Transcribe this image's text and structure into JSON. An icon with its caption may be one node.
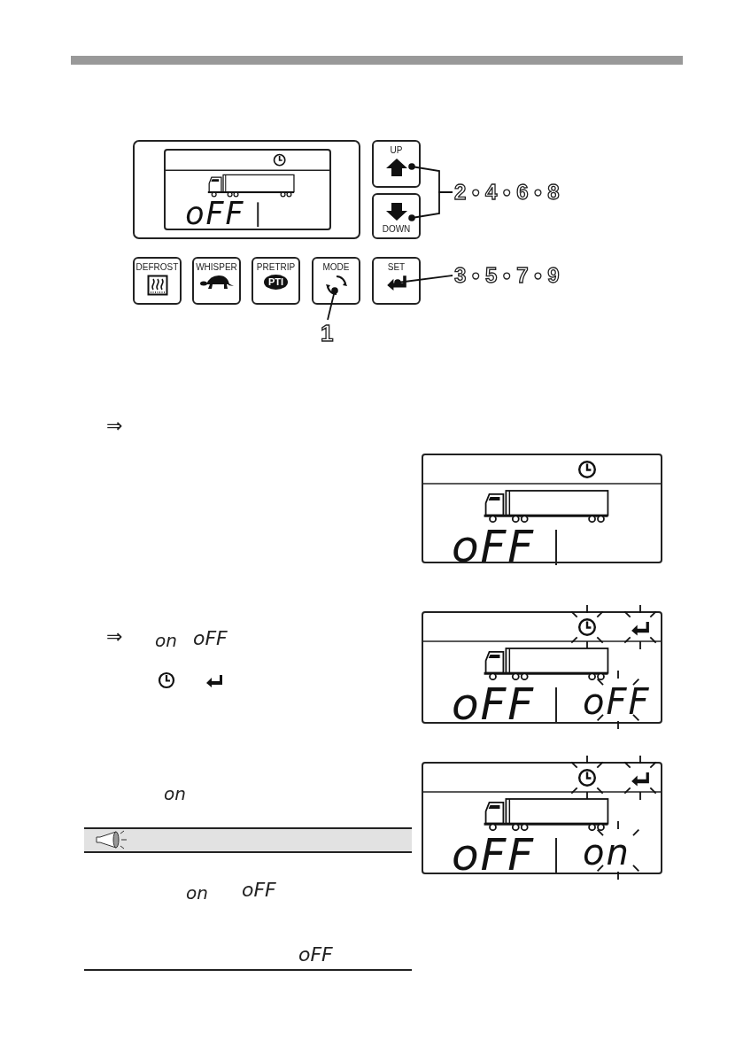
{
  "diagram": {
    "nodes": [
      {
        "text": [
          "oFF"
        ]
      },
      {
        "text": [
          "UP"
        ]
      },
      {
        "text": [
          "DOWN"
        ]
      },
      {
        "text": [
          "DEFROST"
        ]
      },
      {
        "text": [
          "WHISPER"
        ]
      },
      {
        "text": [
          "PRETRIP",
          "PTI"
        ]
      },
      {
        "text": [
          "MODE"
        ]
      },
      {
        "text": [
          "SET"
        ]
      },
      {
        "text": [
          "2 • 4 • 6 • 8"
        ]
      },
      {
        "text": [
          "3 • 5 • 7 • 9"
        ]
      },
      {
        "text": [
          "1"
        ]
      },
      {
        "text": [
          "oFF"
        ]
      },
      {
        "text": [
          "oFF",
          "oFF"
        ]
      },
      {
        "text": [
          "oFF",
          "on"
        ]
      }
    ],
    "edges": [
      {
        "from": 8,
        "to": 1,
        "arrow": "other"
      },
      {
        "from": 8,
        "to": 2,
        "arrow": "other"
      },
      {
        "from": 9,
        "to": 7,
        "arrow": "other"
      },
      {
        "from": 10,
        "to": 6,
        "arrow": "other"
      }
    ],
    "labels": [
      "⇒",
      "⇒",
      "on",
      "oFF",
      "on",
      "on",
      "oFF",
      "oFF"
    ]
  }
}
